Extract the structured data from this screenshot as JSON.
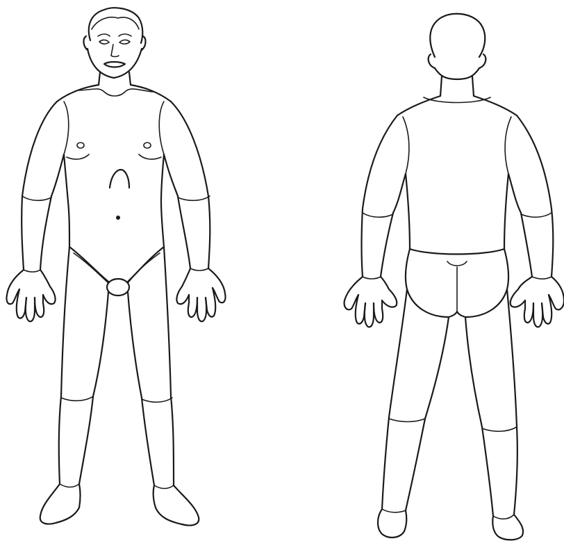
{
  "figures": [
    {
      "view": "front",
      "parts": [
        "head",
        "face",
        "neck",
        "torso",
        "left-arm",
        "right-arm",
        "left-hand",
        "right-hand",
        "groin",
        "left-leg",
        "right-leg",
        "left-foot",
        "right-foot"
      ]
    },
    {
      "view": "back",
      "parts": [
        "head",
        "neck",
        "back",
        "left-arm",
        "right-arm",
        "left-hand",
        "right-hand",
        "buttocks",
        "left-leg",
        "right-leg",
        "left-foot",
        "right-foot"
      ]
    }
  ],
  "line_color": "#1a1a1a",
  "background_color": "#ffffff"
}
